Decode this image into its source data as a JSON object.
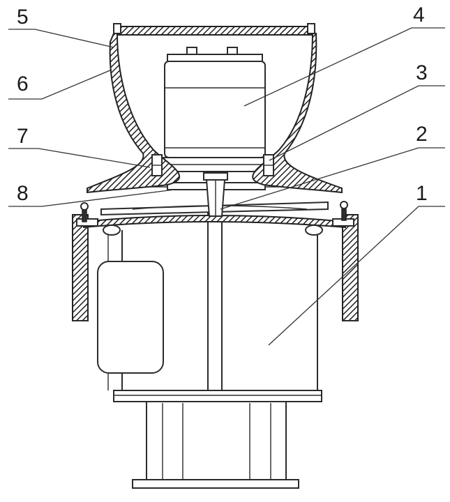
{
  "labels": [
    {
      "id": "label-1",
      "text": "1"
    },
    {
      "id": "label-2",
      "text": "2"
    },
    {
      "id": "label-3",
      "text": "3"
    },
    {
      "id": "label-4",
      "text": "4"
    },
    {
      "id": "label-5",
      "text": "5"
    },
    {
      "id": "label-6",
      "text": "6"
    },
    {
      "id": "label-7",
      "text": "7"
    },
    {
      "id": "label-8",
      "text": "8"
    }
  ]
}
